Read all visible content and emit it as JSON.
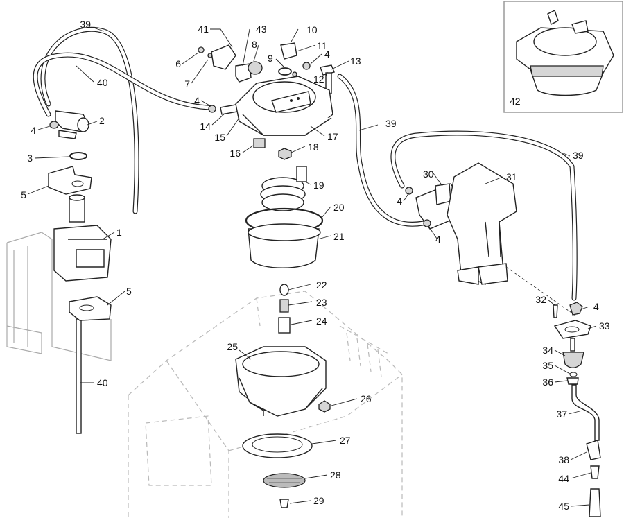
{
  "callouts": {
    "c1": "1",
    "c2": "2",
    "c3": "3",
    "c4": "4",
    "c5": "5",
    "c6": "6",
    "c7": "7",
    "c8": "8",
    "c9": "9",
    "c10": "10",
    "c11": "11",
    "c12": "12",
    "c13": "13",
    "c14": "14",
    "c15": "15",
    "c16": "16",
    "c17": "17",
    "c18": "18",
    "c19": "19",
    "c20": "20",
    "c21": "21",
    "c22": "22",
    "c23": "23",
    "c24": "24",
    "c25": "25",
    "c26": "26",
    "c27": "27",
    "c28": "28",
    "c29": "29",
    "c30": "30",
    "c31": "31",
    "c32": "32",
    "c33": "33",
    "c34": "34",
    "c35": "35",
    "c36": "36",
    "c37": "37",
    "c38": "38",
    "c39": "39",
    "c40": "40",
    "c41": "41",
    "c42": "42",
    "c43": "43",
    "c44": "44",
    "c45": "45"
  },
  "colors": {
    "line": "#222222",
    "ghost": "#b9b9b9",
    "shade": "#d6d6d6",
    "inset_border": "#9a9a9a"
  }
}
